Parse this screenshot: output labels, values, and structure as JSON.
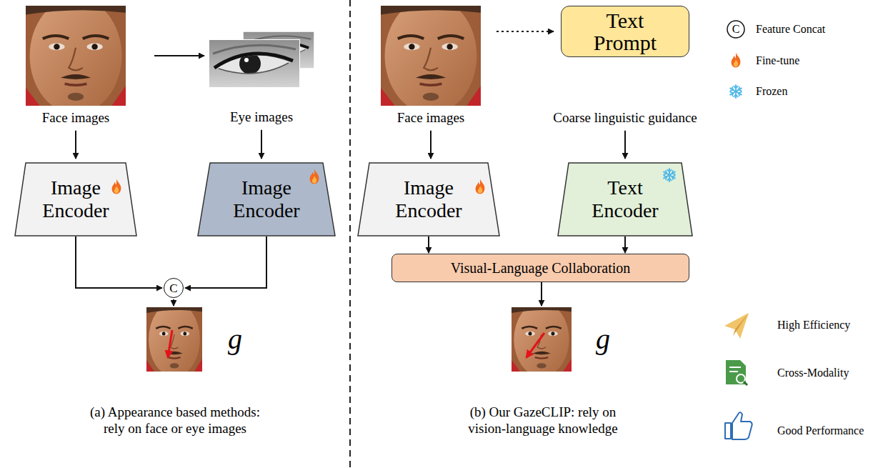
{
  "diagram": {
    "nodes": [
      {
        "text": [
          "Face images"
        ]
      },
      {
        "text": [
          "Eye images"
        ]
      },
      {
        "text": [
          "Image Encoder"
        ]
      },
      {
        "text": [
          "Image Encoder"
        ]
      },
      {
        "text": [
          "C"
        ]
      },
      {
        "text": [
          "g"
        ]
      },
      {
        "text": [
          "Face images"
        ]
      },
      {
        "text": [
          "Text Prompt",
          "Coarse linguistic guidance"
        ]
      },
      {
        "text": [
          "Image Encoder"
        ]
      },
      {
        "text": [
          "Text Encoder"
        ]
      },
      {
        "text": [
          "Visual-Language Collaboration"
        ]
      },
      {
        "text": [
          "g"
        ]
      }
    ],
    "edges": [
      {
        "from": 0,
        "to": 1,
        "arrow": "to"
      },
      {
        "from": 0,
        "to": 2,
        "arrow": "to"
      },
      {
        "from": 1,
        "to": 3,
        "arrow": "to"
      },
      {
        "from": 2,
        "to": 4,
        "arrow": "to"
      },
      {
        "from": 3,
        "to": 4,
        "arrow": "to"
      },
      {
        "from": 4,
        "to": 5,
        "arrow": "to"
      },
      {
        "from": 6,
        "to": 7,
        "arrow": "to"
      },
      {
        "from": 6,
        "to": 8,
        "arrow": "to"
      },
      {
        "from": 7,
        "to": 9,
        "arrow": "to"
      },
      {
        "from": 8,
        "to": 10,
        "arrow": "to"
      },
      {
        "from": 9,
        "to": 10,
        "arrow": "to"
      },
      {
        "from": 10,
        "to": 11,
        "arrow": "to"
      }
    ],
    "labels": [
      "C",
      "(a) Appearance based methods: rely on face or eye images",
      "(b) Our GazeCLIP: rely on vision-language knowledge"
    ],
    "legend": [
      {
        "text": "Feature Concat"
      },
      {
        "text": "Fine-tune"
      },
      {
        "text": "Frozen"
      },
      {
        "text": "High Efficiency"
      },
      {
        "text": "Cross-Modality"
      },
      {
        "text": "Good Performance"
      }
    ]
  }
}
